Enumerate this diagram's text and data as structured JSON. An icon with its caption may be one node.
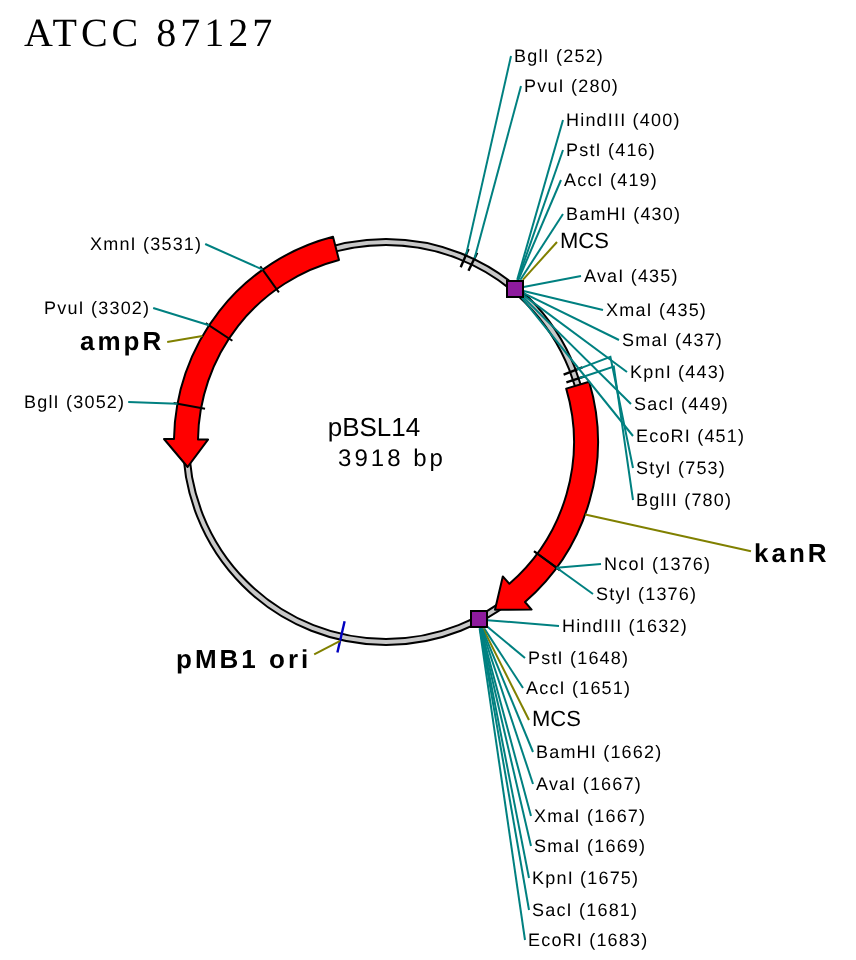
{
  "diagram": {
    "title": "ATCC 87127",
    "nodes": [
      {
        "text": [
          "pBSL14",
          "3918 bp"
        ]
      },
      {
        "text": [],
        "shape": "arrow"
      },
      {
        "text": [],
        "shape": "arrow"
      },
      {
        "text": [],
        "shape": "box"
      },
      {
        "text": [],
        "shape": "box"
      },
      {
        "text": [
          "BglI (252)"
        ]
      },
      {
        "text": [
          "PvuI (280)"
        ]
      },
      {
        "text": [
          "HindIII (400)"
        ]
      },
      {
        "text": [
          "PstI (416)"
        ]
      },
      {
        "text": [
          "AccI (419)"
        ]
      },
      {
        "text": [
          "BamHI (430)"
        ]
      },
      {
        "text": [
          "MCS"
        ]
      },
      {
        "text": [
          "XmnI (3531)"
        ]
      },
      {
        "text": [
          "AvaI (435)"
        ]
      },
      {
        "text": [
          "PvuI (3302)"
        ]
      },
      {
        "text": [
          "XmaI (435)"
        ]
      },
      {
        "text": [
          "ampR"
        ]
      },
      {
        "text": [
          "SmaI (437)"
        ]
      },
      {
        "text": [
          "KpnI (443)"
        ]
      },
      {
        "text": [
          "BglI (3052)"
        ]
      },
      {
        "text": [
          "SacI (449)"
        ]
      },
      {
        "text": [
          "EcoRI (451)"
        ]
      },
      {
        "text": [
          "StyI (753)"
        ]
      },
      {
        "text": [
          "BglII (780)"
        ]
      },
      {
        "text": [
          "kanR"
        ]
      },
      {
        "text": [
          "NcoI (1376)"
        ]
      },
      {
        "text": [
          "StyI (1376)"
        ]
      },
      {
        "text": [
          "HindIII (1632)"
        ]
      },
      {
        "text": [
          "pMB1 ori"
        ]
      },
      {
        "text": [
          "PstI (1648)"
        ]
      },
      {
        "text": [
          "AccI (1651)"
        ]
      },
      {
        "text": [
          "MCS"
        ]
      },
      {
        "text": [
          "BamHI (1662)"
        ]
      },
      {
        "text": [
          "AvaI (1667)"
        ]
      },
      {
        "text": [
          "XmaI (1667)"
        ]
      },
      {
        "text": [
          "SmaI (1669)"
        ]
      },
      {
        "text": [
          "KpnI (1675)"
        ]
      },
      {
        "text": [
          "SacI (1681)"
        ]
      },
      {
        "text": [
          "EcoRI (1683)"
        ]
      }
    ],
    "edges": [
      {
        "from": 5,
        "to": 0,
        "arrow": "none"
      },
      {
        "from": 6,
        "to": 0,
        "arrow": "none"
      },
      {
        "from": 7,
        "to": 3,
        "arrow": "none"
      },
      {
        "from": 8,
        "to": 3,
        "arrow": "none"
      },
      {
        "from": 9,
        "to": 3,
        "arrow": "none"
      },
      {
        "from": 10,
        "to": 3,
        "arrow": "none"
      },
      {
        "from": 11,
        "to": 3,
        "arrow": "none",
        "color": "#808000"
      },
      {
        "from": 12,
        "to": 1,
        "arrow": "none"
      },
      {
        "from": 13,
        "to": 3,
        "arrow": "none"
      },
      {
        "from": 14,
        "to": 1,
        "arrow": "none"
      },
      {
        "from": 15,
        "to": 3,
        "arrow": "none"
      },
      {
        "from": 16,
        "to": 1,
        "arrow": "none",
        "color": "#808000"
      },
      {
        "from": 17,
        "to": 3,
        "arrow": "none"
      },
      {
        "from": 18,
        "to": 3,
        "arrow": "none"
      },
      {
        "from": 19,
        "to": 1,
        "arrow": "none"
      },
      {
        "from": 20,
        "to": 3,
        "arrow": "none"
      },
      {
        "from": 21,
        "to": 3,
        "arrow": "none"
      },
      {
        "from": 22,
        "to": 0,
        "arrow": "none"
      },
      {
        "from": 23,
        "to": 0,
        "arrow": "none"
      },
      {
        "from": 24,
        "to": 2,
        "arrow": "none",
        "color": "#808000"
      },
      {
        "from": 25,
        "to": 2,
        "arrow": "none"
      },
      {
        "from": 26,
        "to": 2,
        "arrow": "none"
      },
      {
        "from": 27,
        "to": 4,
        "arrow": "none"
      },
      {
        "from": 28,
        "to": 0,
        "arrow": "none",
        "color": "#808000"
      },
      {
        "from": 29,
        "to": 4,
        "arrow": "none"
      },
      {
        "from": 30,
        "to": 4,
        "arrow": "none"
      },
      {
        "from": 31,
        "to": 4,
        "arrow": "none",
        "color": "#808000"
      },
      {
        "from": 32,
        "to": 4,
        "arrow": "none"
      },
      {
        "from": 33,
        "to": 4,
        "arrow": "none"
      },
      {
        "from": 34,
        "to": 4,
        "arrow": "none"
      },
      {
        "from": 35,
        "to": 4,
        "arrow": "none"
      },
      {
        "from": 36,
        "to": 4,
        "arrow": "none"
      },
      {
        "from": 37,
        "to": 4,
        "arrow": "none"
      },
      {
        "from": 38,
        "to": 4,
        "arrow": "none"
      }
    ]
  }
}
